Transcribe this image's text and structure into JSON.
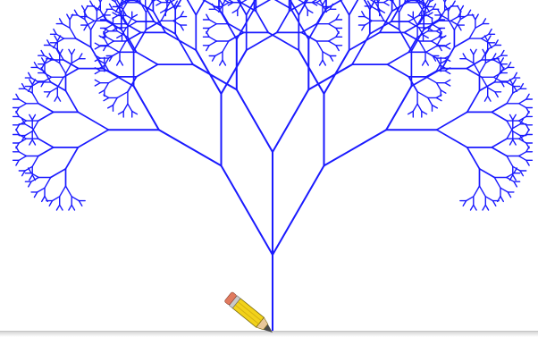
{
  "canvas": {
    "background": "#ffffff"
  },
  "tree": {
    "stroke_color": "#1a1aff",
    "depth": 9,
    "branch_angle_deg": 30,
    "shrink_ratio": 0.7
  },
  "turtle": {
    "icon": "pencil-icon",
    "colors": {
      "body": "#f2d21b",
      "outline": "#7a6a10",
      "eraser": "#e07a5f",
      "ferrule": "#c9c9c9",
      "tip": "#4a4a4a"
    }
  }
}
